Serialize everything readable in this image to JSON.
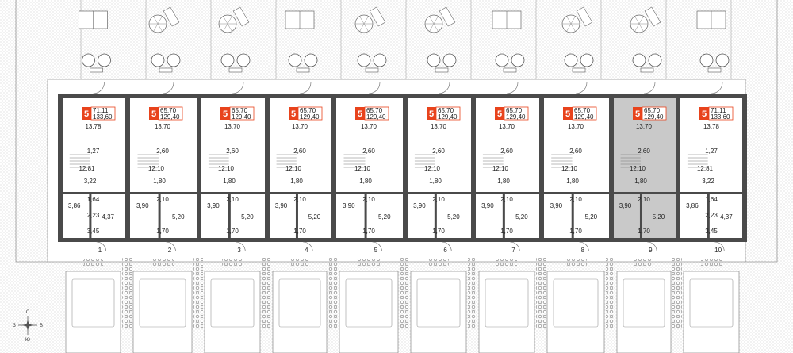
{
  "colors": {
    "accent": "#e8431c",
    "wall": "#4a4a4a",
    "highlight": "#c9c9c9",
    "dotted": "#bdbdbd",
    "badge_border": "#e8431c"
  },
  "units": [
    {
      "id": 1,
      "floors": "5",
      "area_a": "71,11",
      "area_b": "133,60",
      "r_top": "13,78",
      "r_stair": "1,27",
      "r_living": "12,81",
      "r_bath": "3,22",
      "r_hall1": "1,64",
      "r_hall2": "2,23",
      "r_kitchen": "3,86",
      "r_room": "4,37",
      "r_entry": "3,45",
      "highlighted": false
    },
    {
      "id": 2,
      "floors": "5",
      "area_a": "65,70",
      "area_b": "129,40",
      "r_top": "13,70",
      "r_stair": "2,60",
      "r_living": "12,10",
      "r_bath": "1,80",
      "r_hall1": "2,10",
      "r_kitchen": "3,90",
      "r_room": "5,20",
      "r_entry": "1,70",
      "highlighted": false
    },
    {
      "id": 3,
      "floors": "5",
      "area_a": "65,70",
      "area_b": "129,40",
      "r_top": "13,70",
      "r_stair": "2,60",
      "r_living": "12,10",
      "r_bath": "1,80",
      "r_hall1": "2,10",
      "r_kitchen": "3,90",
      "r_room": "5,20",
      "r_entry": "1,70",
      "highlighted": false
    },
    {
      "id": 4,
      "floors": "5",
      "area_a": "65,70",
      "area_b": "129,40",
      "r_top": "13,70",
      "r_stair": "2,60",
      "r_living": "12,10",
      "r_bath": "1,80",
      "r_hall1": "2,10",
      "r_kitchen": "3,90",
      "r_room": "5,20",
      "r_entry": "1,70",
      "highlighted": false
    },
    {
      "id": 5,
      "floors": "5",
      "area_a": "65,70",
      "area_b": "129,40",
      "r_top": "13,70",
      "r_stair": "2,60",
      "r_living": "12,10",
      "r_bath": "1,80",
      "r_hall1": "2,10",
      "r_kitchen": "3,90",
      "r_room": "5,20",
      "r_entry": "1,70",
      "highlighted": false
    },
    {
      "id": 6,
      "floors": "5",
      "area_a": "65,70",
      "area_b": "129,40",
      "r_top": "13,70",
      "r_stair": "2,60",
      "r_living": "12,10",
      "r_bath": "1,80",
      "r_hall1": "2,10",
      "r_kitchen": "3,90",
      "r_room": "5,20",
      "r_entry": "1,70",
      "highlighted": false
    },
    {
      "id": 7,
      "floors": "5",
      "area_a": "65,70",
      "area_b": "129,40",
      "r_top": "13,70",
      "r_stair": "2,60",
      "r_living": "12,10",
      "r_bath": "1,80",
      "r_hall1": "2,10",
      "r_kitchen": "3,90",
      "r_room": "5,20",
      "r_entry": "1,70",
      "highlighted": false
    },
    {
      "id": 8,
      "floors": "5",
      "area_a": "65,70",
      "area_b": "129,40",
      "r_top": "13,70",
      "r_stair": "2,60",
      "r_living": "12,10",
      "r_bath": "1,80",
      "r_hall1": "2,10",
      "r_kitchen": "3,90",
      "r_room": "5,20",
      "r_entry": "1,70",
      "highlighted": false
    },
    {
      "id": 9,
      "floors": "5",
      "area_a": "65,70",
      "area_b": "129,40",
      "r_top": "13,70",
      "r_stair": "2,60",
      "r_living": "12,10",
      "r_bath": "1,80",
      "r_hall1": "2,10",
      "r_kitchen": "3,90",
      "r_room": "5,20",
      "r_entry": "1,70",
      "highlighted": true
    },
    {
      "id": 10,
      "floors": "5",
      "area_a": "71,11",
      "area_b": "133,60",
      "r_top": "13,78",
      "r_stair": "1,27",
      "r_living": "12,81",
      "r_bath": "3,22",
      "r_hall1": "1,64",
      "r_hall2": "2,23",
      "r_kitchen": "3,86",
      "r_room": "4,37",
      "r_entry": "3,45",
      "highlighted": false
    }
  ],
  "compass": {
    "north": "С",
    "south": "Ю",
    "west": "З",
    "east": "В"
  }
}
